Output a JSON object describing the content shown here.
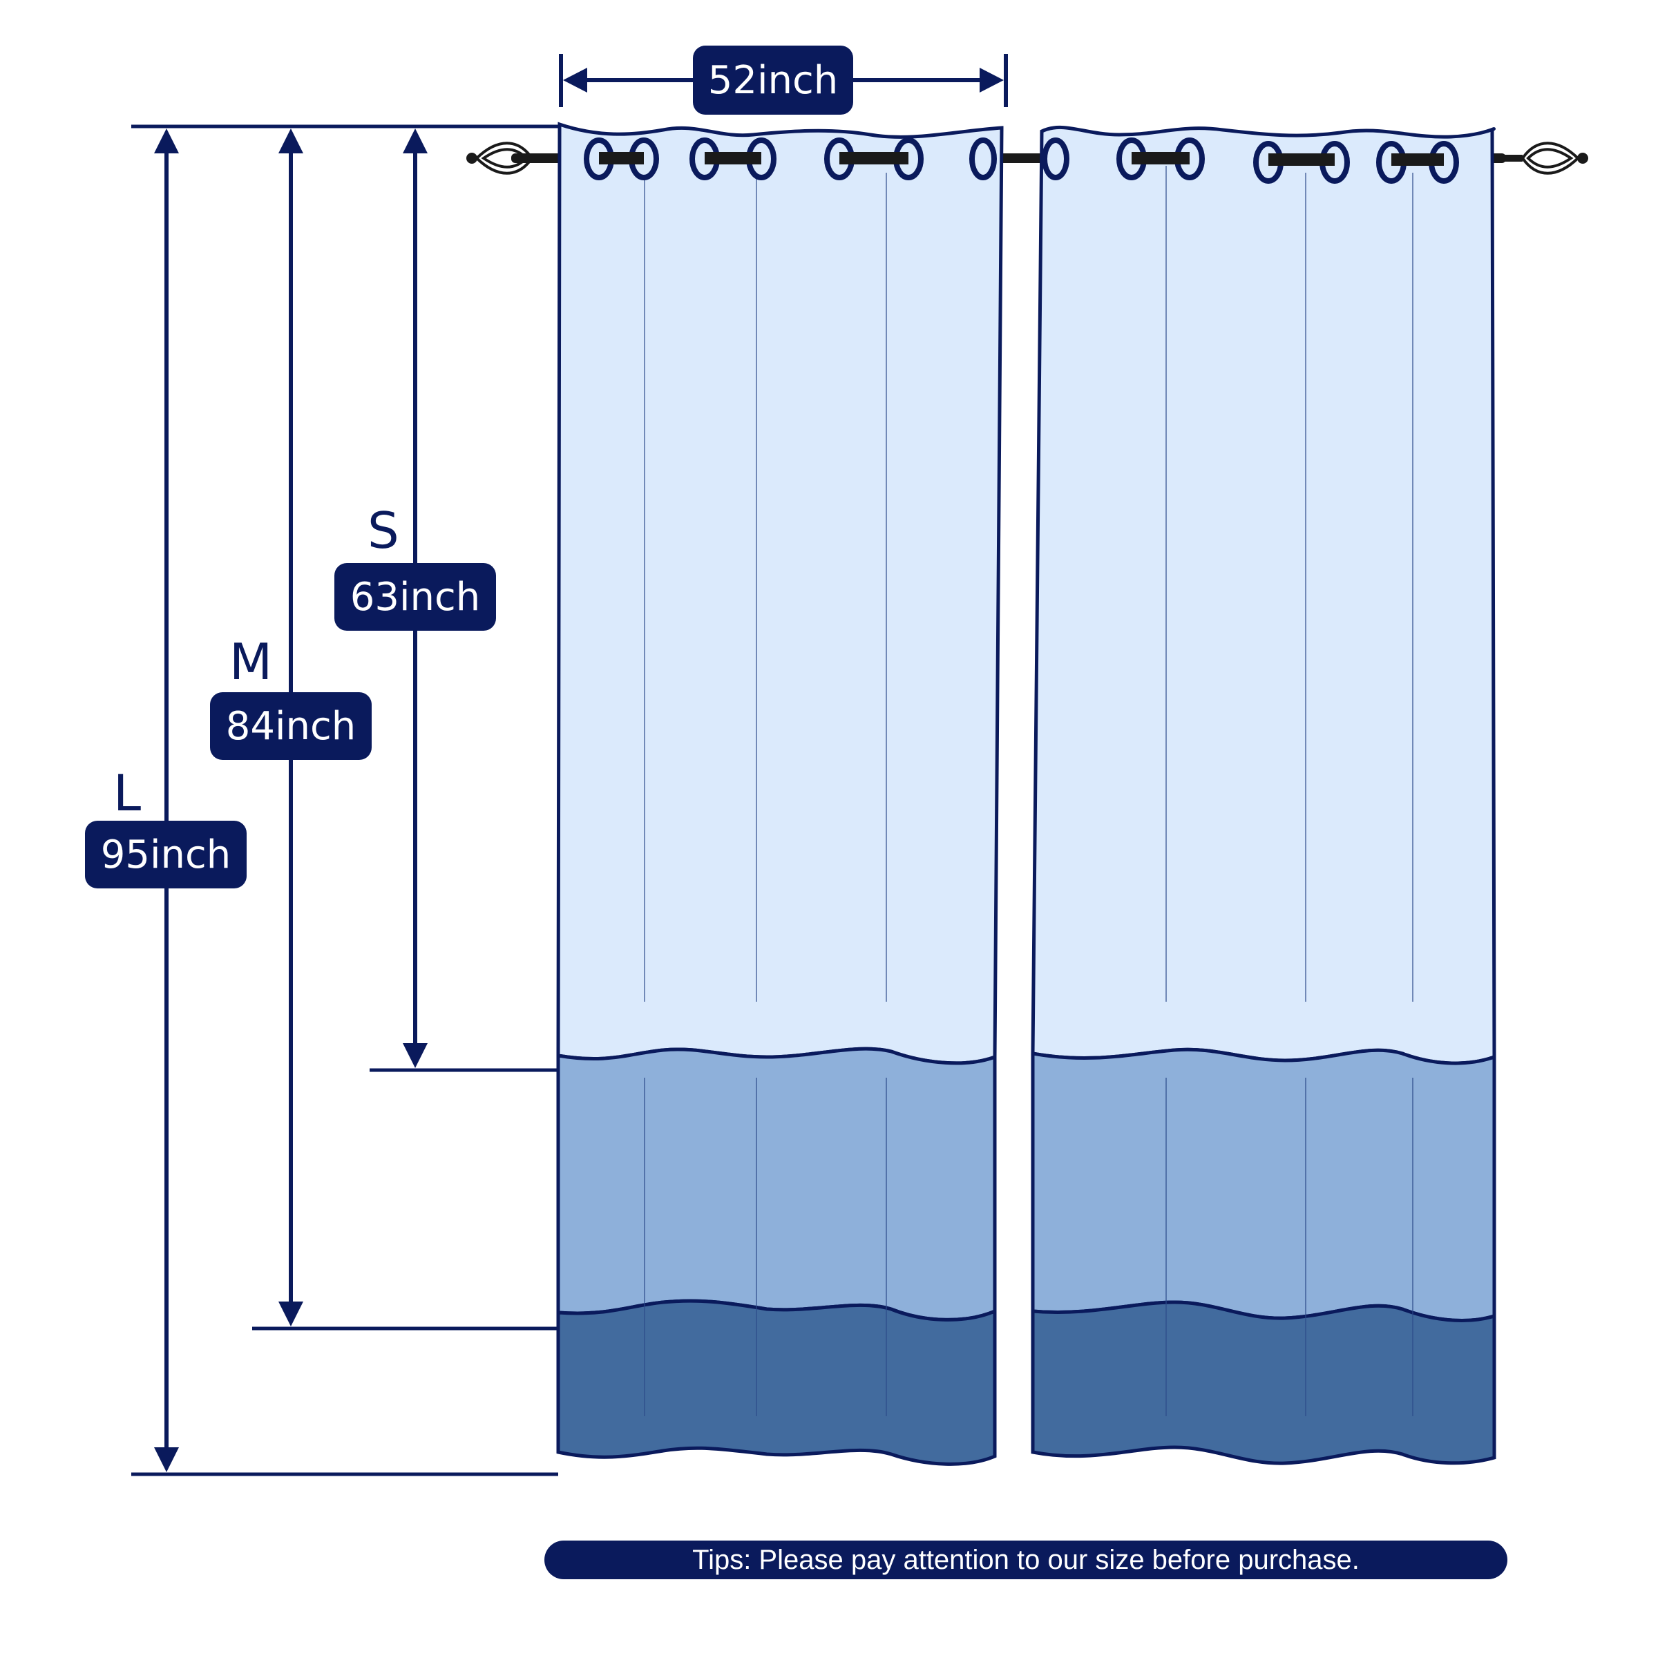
{
  "width_label": "52inch",
  "sizes": [
    {
      "letter": "S",
      "length": "63inch"
    },
    {
      "letter": "M",
      "length": "84inch"
    },
    {
      "letter": "L",
      "length": "95inch"
    }
  ],
  "tips": "Tips: Please pay attention to our size before purchase.",
  "colors": {
    "navy": "#0a1a5c",
    "top_panel": "#dbeafc",
    "middle_band": "#8eb0da",
    "bottom_band": "#426b9e",
    "rod": "#1a1a1a"
  }
}
